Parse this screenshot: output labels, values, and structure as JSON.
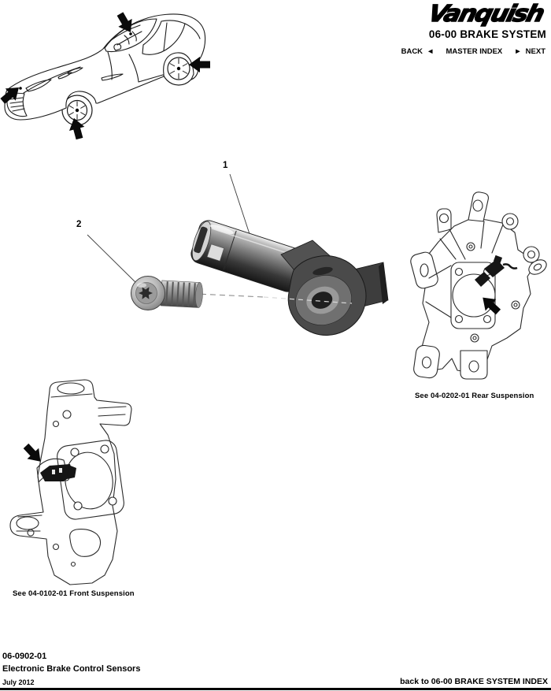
{
  "colors": {
    "ink": "#000000",
    "paper": "#ffffff",
    "part_dark_gray": "#3d3d3d",
    "part_mid_gray": "#777777"
  },
  "header": {
    "logo_text": "Vanquish",
    "section_title": "06-00 BRAKE SYSTEM",
    "nav": {
      "back_label": "BACK",
      "back_arrow": "◄",
      "master_index_label": "MASTER INDEX",
      "next_arrow": "►",
      "next_label": "NEXT"
    }
  },
  "diagram": {
    "callout_1": "1",
    "callout_2": "2",
    "rear_suspension_caption": "See 04-0202-01 Rear Suspension",
    "front_suspension_caption": "See 04-0102-01 Front Suspension"
  },
  "footer": {
    "doc_number": "06-0902-01",
    "doc_title": "Electronic Brake Control Sensors",
    "date": "July 2012",
    "index_link": "back to 06-00 BRAKE SYSTEM INDEX"
  }
}
